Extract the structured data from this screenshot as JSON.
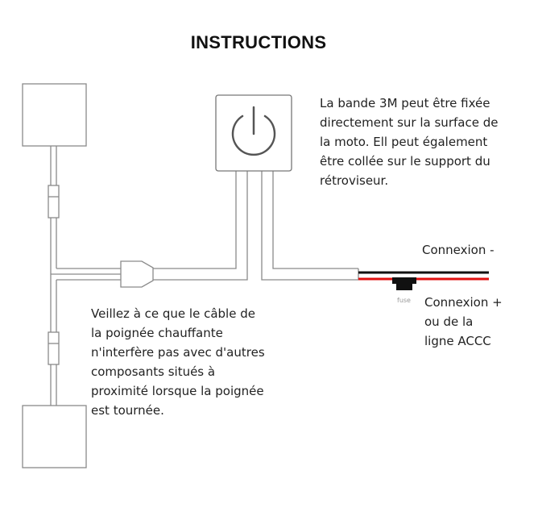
{
  "title": "INSTRUCTIONS",
  "note_top": [
    "La bande 3M peut être fixée",
    "directement sur la surface de",
    "la moto. Ell peut également",
    "être collée sur le support du",
    "rétroviseur."
  ],
  "note_bottom": [
    "Veillez à ce que le câble  de",
    "la poignée chauffante",
    "n'interfère pas avec d'autres",
    "composants situés à",
    "proximité lorsque la poignée",
    "est tournée."
  ],
  "connexion_minus": "Connexion -",
  "connexion_plus": [
    "Connexion +",
    "ou de la",
    "ligne ACCC"
  ],
  "fuse_label": "fuse",
  "colors": {
    "outline": "#888888",
    "black_wire": "#111111",
    "red_wire": "#e01010"
  }
}
